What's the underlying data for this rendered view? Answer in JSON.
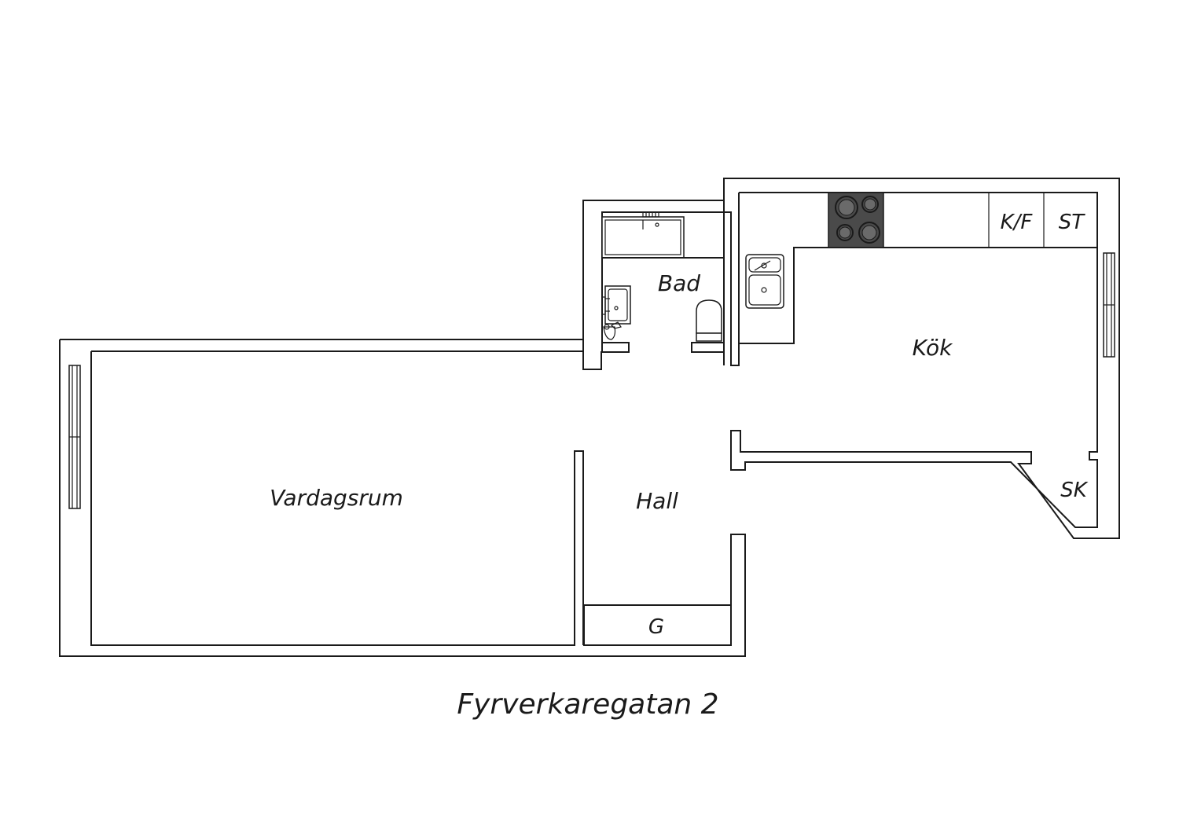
{
  "plan": {
    "caption": "Fyrverkaregatan 2",
    "rooms": {
      "vardagsrum": "Vardagsrum",
      "hall": "Hall",
      "kok": "Kök",
      "bad": "Bad",
      "garderob": "G",
      "kyl_frys": "K/F",
      "stad": "ST",
      "skap": "SK"
    },
    "colors": {
      "wall_line": "#1a1a1a",
      "background": "#ffffff",
      "stove": "#4a4a4a"
    }
  }
}
